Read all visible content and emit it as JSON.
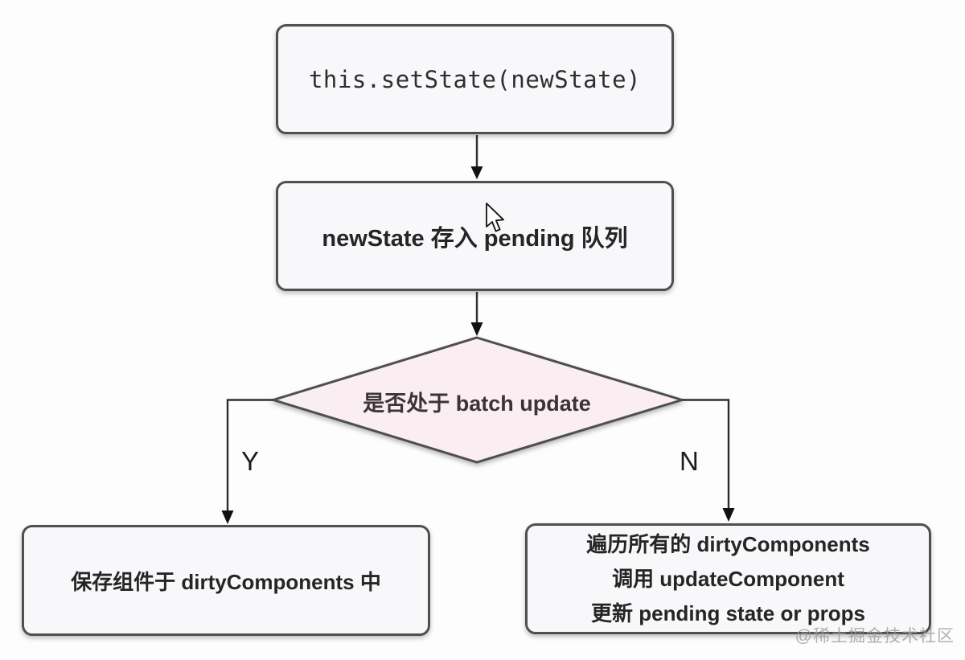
{
  "flowchart": {
    "node_setstate": {
      "label": "this.setState(newState)"
    },
    "node_pending_queue": {
      "label": "newState 存入 pending 队列"
    },
    "decision_batch_update": {
      "label": "是否处于 batch update"
    },
    "branch_yes_label": "Y",
    "branch_no_label": "N",
    "node_save_dirty": {
      "label": "保存组件于 dirtyComponents 中"
    },
    "node_traverse_update": {
      "lines": [
        "遍历所有的 dirtyComponents",
        "调用 updateComponent",
        "更新 pending state or props"
      ]
    }
  },
  "watermark": "@稀土掘金技术社区",
  "colors": {
    "decision_fill": "#faeef2",
    "node_fill": "#f8f8fa",
    "node_border": "#4f4f4f",
    "connector": "#2e2e2e"
  }
}
